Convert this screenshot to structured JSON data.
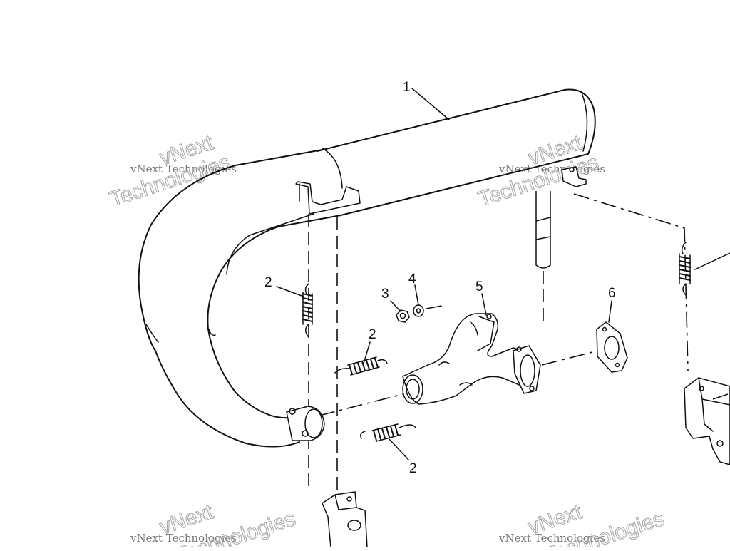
{
  "callouts": {
    "c1": "1",
    "c2a": "2",
    "c2b": "2",
    "c2c": "2",
    "c3": "3",
    "c4": "4",
    "c5": "5",
    "c6": "6"
  },
  "watermarks": [
    {
      "line1": "vNext Technologies",
      "line2": "vNext",
      "line3": "Technologies"
    }
  ],
  "parts": {
    "p1": "muffler-assembly",
    "p2": "exhaust-spring",
    "p3": "nut",
    "p4": "washer",
    "p5": "exhaust-manifold",
    "p6": "gasket"
  }
}
